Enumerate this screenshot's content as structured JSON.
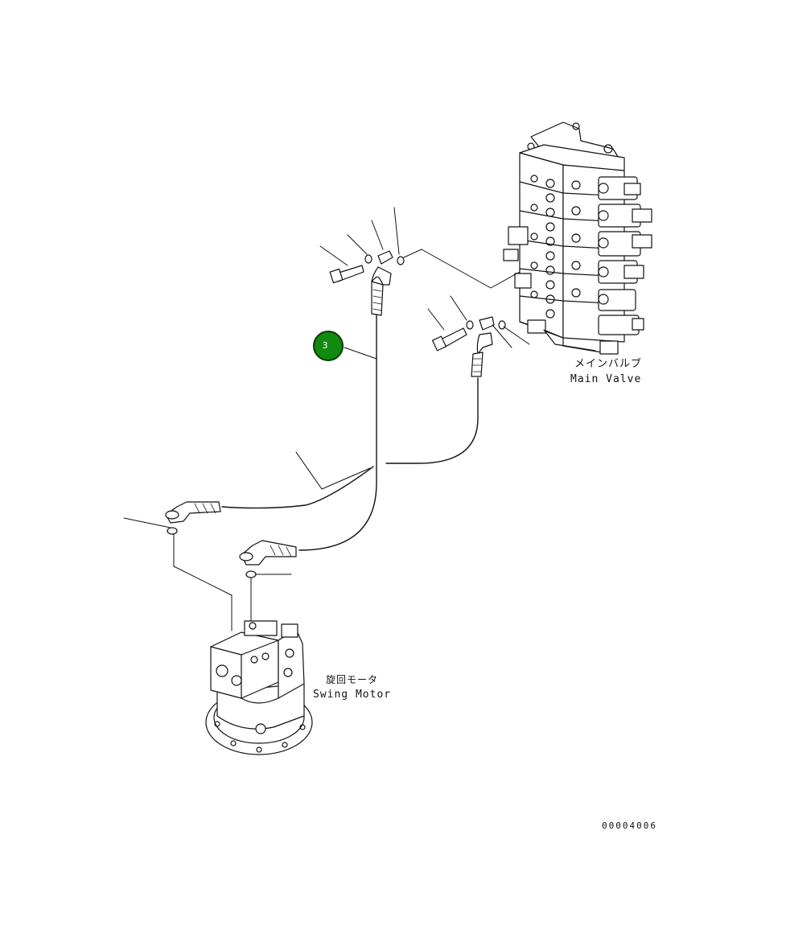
{
  "callout": {
    "number": "3",
    "color": "#118a11"
  },
  "labels": {
    "main_valve_ja": "メインバルブ",
    "main_valve_en": "Main Valve",
    "swing_motor_ja": "旋回モータ",
    "swing_motor_en": "Swing Motor",
    "drawing_number": "00004006"
  }
}
